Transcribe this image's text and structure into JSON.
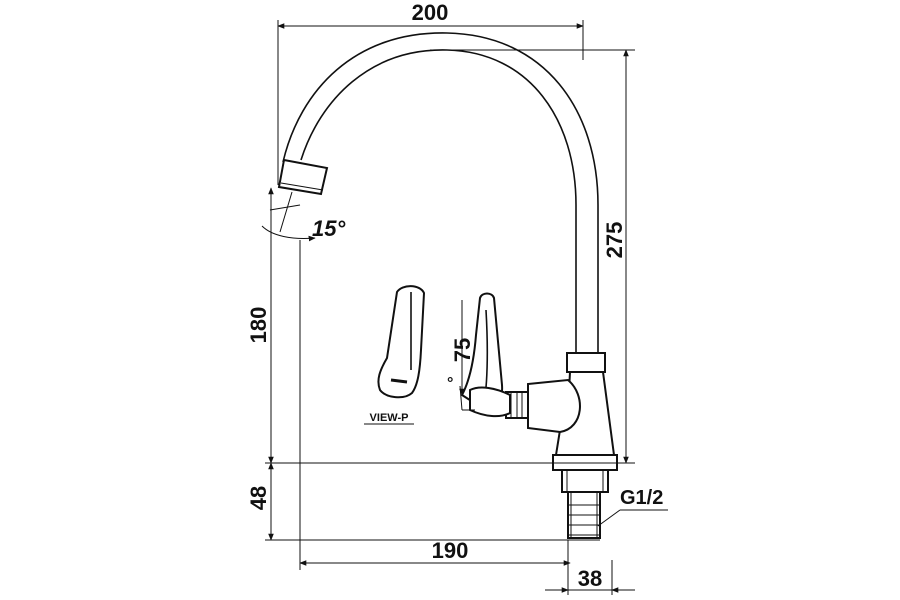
{
  "dimensions": {
    "top_width": "200",
    "height_total": "275",
    "spout_height": "180",
    "base_height": "48",
    "reach": "190",
    "base_width": "38",
    "spout_angle": "15°",
    "handle_angle": "75",
    "handle_tick": "°",
    "thread": "G1/2"
  },
  "view_label": "VIEW-P"
}
